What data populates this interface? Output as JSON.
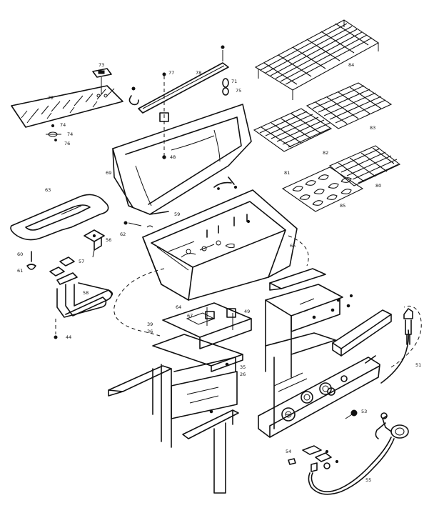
{
  "diagram": {
    "callouts": [
      {
        "id": "c73",
        "label": "73"
      },
      {
        "id": "c72",
        "label": "72"
      },
      {
        "id": "c74a",
        "label": "74"
      },
      {
        "id": "c74b",
        "label": "74"
      },
      {
        "id": "c76",
        "label": "76"
      },
      {
        "id": "c77",
        "label": "77"
      },
      {
        "id": "c78",
        "label": "78"
      },
      {
        "id": "c71",
        "label": "71"
      },
      {
        "id": "c75",
        "label": "75"
      },
      {
        "id": "c84",
        "label": "84"
      },
      {
        "id": "c83",
        "label": "83"
      },
      {
        "id": "c82",
        "label": "82"
      },
      {
        "id": "c81",
        "label": "81"
      },
      {
        "id": "c80",
        "label": "80"
      },
      {
        "id": "c85",
        "label": "85"
      },
      {
        "id": "c69",
        "label": "69"
      },
      {
        "id": "c48",
        "label": "48"
      },
      {
        "id": "c65",
        "label": "65"
      },
      {
        "id": "c63",
        "label": "63"
      },
      {
        "id": "c62",
        "label": "62"
      },
      {
        "id": "c56",
        "label": "56"
      },
      {
        "id": "c59",
        "label": "59"
      },
      {
        "id": "c60",
        "label": "60"
      },
      {
        "id": "c61",
        "label": "61"
      },
      {
        "id": "c57",
        "label": "57"
      },
      {
        "id": "c58",
        "label": "58"
      },
      {
        "id": "c44",
        "label": "44"
      },
      {
        "id": "c64",
        "label": "64"
      },
      {
        "id": "c39",
        "label": "39"
      },
      {
        "id": "c36",
        "label": "36"
      },
      {
        "id": "c49",
        "label": "49"
      },
      {
        "id": "c35",
        "label": "35"
      },
      {
        "id": "c26",
        "label": "26"
      },
      {
        "id": "c67",
        "label": "67"
      },
      {
        "id": "c51",
        "label": "51"
      },
      {
        "id": "c53",
        "label": "53"
      },
      {
        "id": "c54",
        "label": "54"
      },
      {
        "id": "c55",
        "label": "55"
      }
    ]
  }
}
